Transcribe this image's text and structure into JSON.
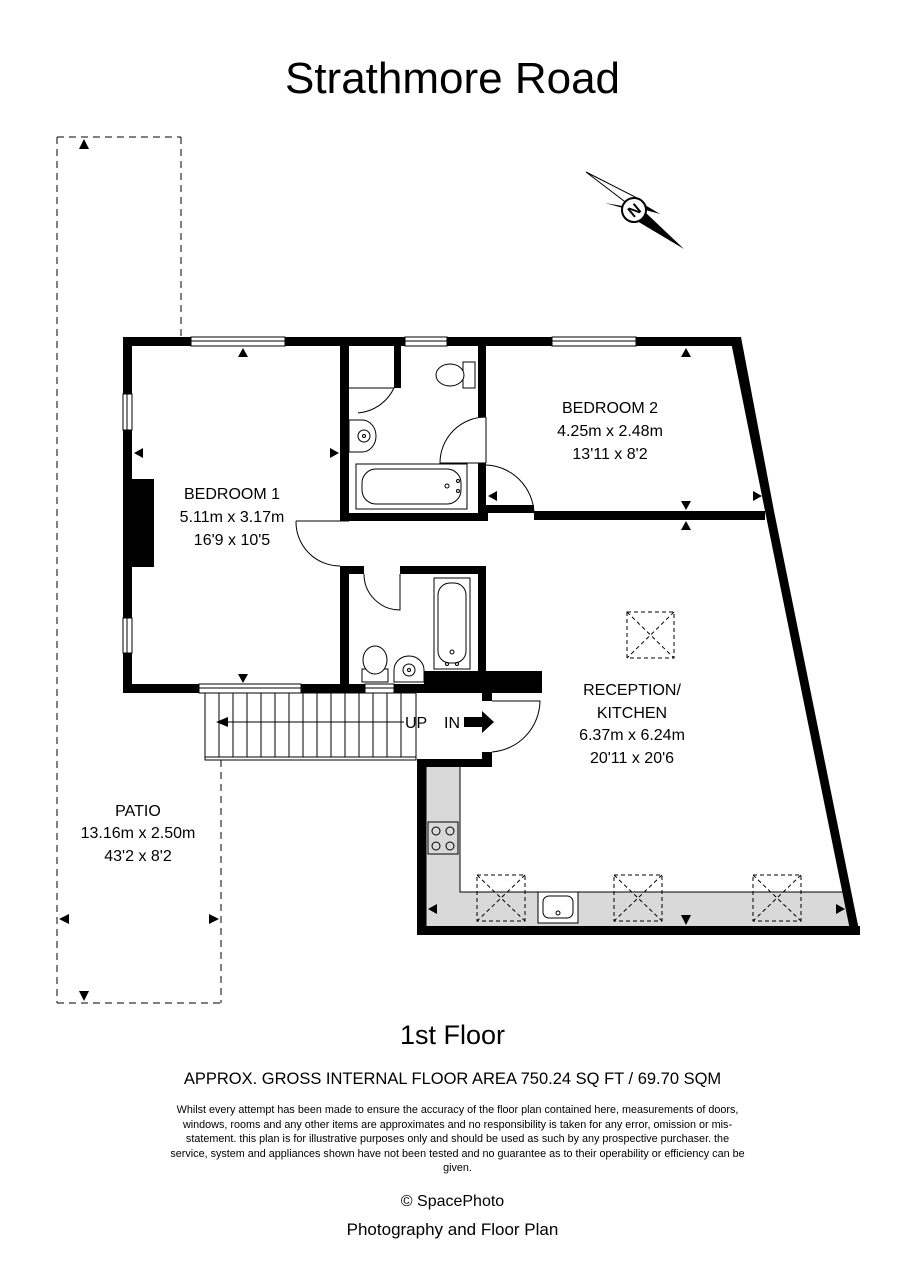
{
  "title": "Strathmore Road",
  "floor_label": "1st Floor",
  "area_text": "APPROX. GROSS INTERNAL FLOOR AREA 750.24 SQ FT / 69.70 SQM",
  "disclaimer": "Whilst every attempt has been made to ensure the accuracy of the floor plan contained here, measurements of doors, windows, rooms and any other items are approximates and no responsibility is taken for any error, omission or mis-statement. this plan is for illustrative purposes only and should be used as such by any prospective purchaser. the service, system and appliances shown have not been tested and no guarantee as to their operability or efficiency can be given.",
  "credit_line1": "© SpacePhoto",
  "credit_line2": "Photography and Floor Plan",
  "compass_letter": "N",
  "rooms": {
    "bedroom1": {
      "name": "BEDROOM 1",
      "metric": "5.11m x 3.17m",
      "imperial": "16'9 x 10'5"
    },
    "bedroom2": {
      "name": "BEDROOM 2",
      "metric": "4.25m x 2.48m",
      "imperial": "13'11 x 8'2"
    },
    "reception": {
      "name_line1": "RECEPTION/",
      "name_line2": "KITCHEN",
      "metric": "6.37m x 6.24m",
      "imperial": "20'11 x 20'6"
    },
    "patio": {
      "name": "PATIO",
      "metric": "13.16m x 2.50m",
      "imperial": "43'2 x 8'2"
    }
  },
  "stairs": {
    "up_label": "UP",
    "in_label": "IN"
  },
  "colors": {
    "wall": "#000000",
    "worktop": "#d9d9d9",
    "background": "#ffffff"
  }
}
